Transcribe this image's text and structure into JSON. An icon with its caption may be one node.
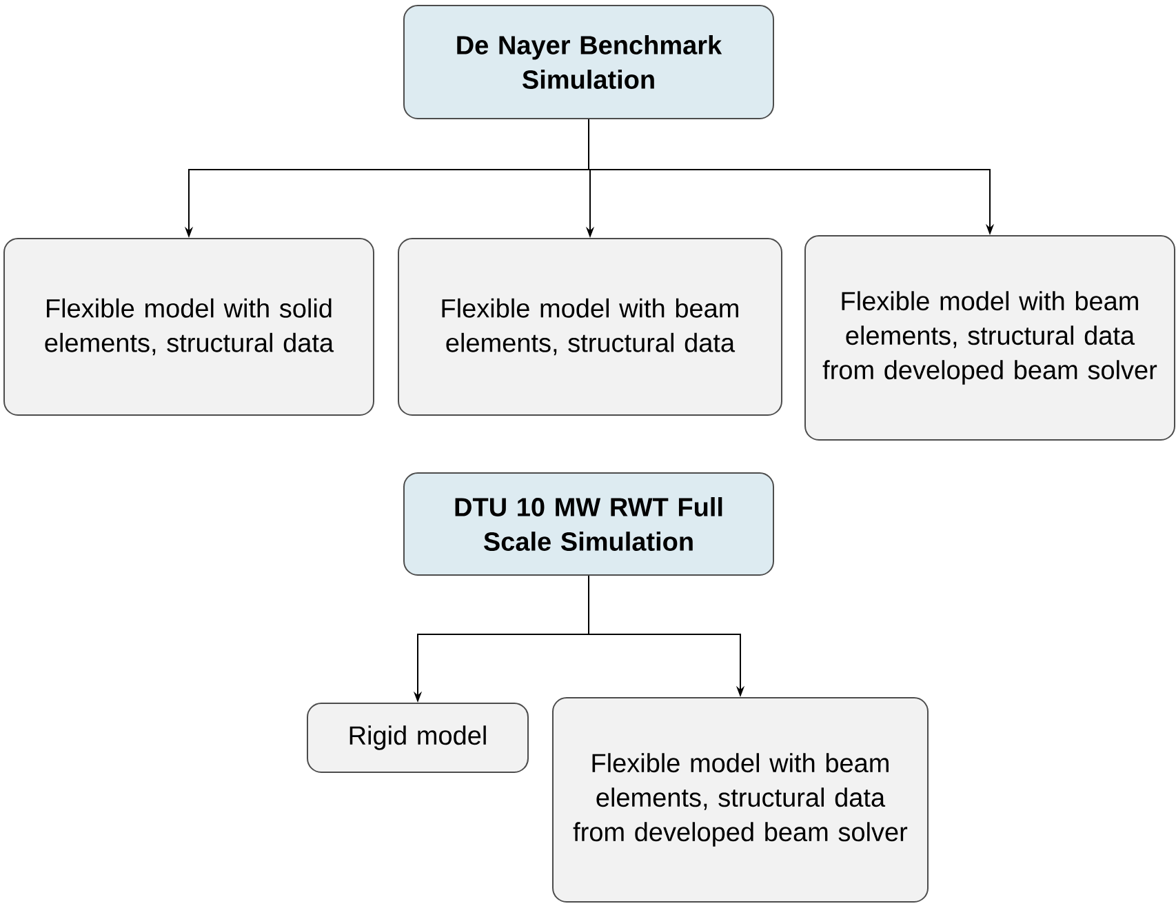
{
  "diagram": {
    "nodes": [
      {
        "text": [
          "De Nayer Benchmark Simulation"
        ]
      },
      {
        "text": [
          "Flexible model with solid elements, structural data"
        ]
      },
      {
        "text": [
          "Flexible model with beam elements, structural data"
        ]
      },
      {
        "text": [
          "Flexible model with beam elements, structural data from developed beam solver"
        ]
      },
      {
        "text": [
          "DTU 10 MW RWT Full Scale Simulation"
        ]
      },
      {
        "text": [
          "Rigid model"
        ]
      },
      {
        "text": [
          "Flexible model with beam elements, structural data from developed beam solver"
        ]
      }
    ],
    "edges": [
      {
        "from": 0,
        "to": 1,
        "arrow": "to"
      },
      {
        "from": 0,
        "to": 2,
        "arrow": "to"
      },
      {
        "from": 0,
        "to": 3,
        "arrow": "to"
      },
      {
        "from": 4,
        "to": 5,
        "arrow": "to"
      },
      {
        "from": 4,
        "to": 6,
        "arrow": "to"
      }
    ]
  }
}
